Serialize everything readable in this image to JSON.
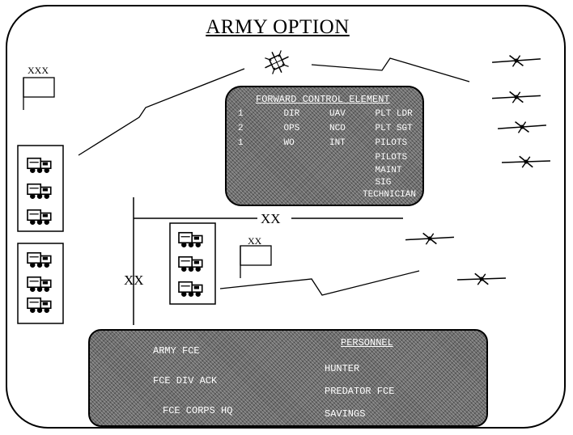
{
  "title": "ARMY OPTION",
  "echelons": {
    "corps": "XXX",
    "division_upper": "XX",
    "division_flag": "XX",
    "division_left": "XX"
  },
  "fce_panel": {
    "heading": "FORWARD CONTROL ELEMENT",
    "rows": [
      [
        "1",
        "DIR",
        "UAV",
        "PLT LDR"
      ],
      [
        "2",
        "OPS",
        "NCO",
        "PLT SGT"
      ],
      [
        "1",
        "WO",
        "INT",
        "PILOTS"
      ],
      [
        "",
        "",
        "",
        "PILOTS"
      ],
      [
        "",
        "",
        "",
        "MAINT"
      ],
      [
        "",
        "",
        "",
        "SIG"
      ],
      [
        "",
        "",
        "",
        "TECHNICIAN"
      ]
    ]
  },
  "bottom_panel": {
    "left_rows": [
      "ARMY FCE",
      "FCE DIV ACK",
      "FCE CORPS HQ"
    ],
    "right_heading": "PERSONNEL",
    "right_rows": [
      "HUNTER",
      "PREDATOR FCE",
      "SAVINGS"
    ]
  },
  "colors": {
    "line": "#000000",
    "panel_fill": "#6c6c6c",
    "panel_text": "#ffffff"
  }
}
